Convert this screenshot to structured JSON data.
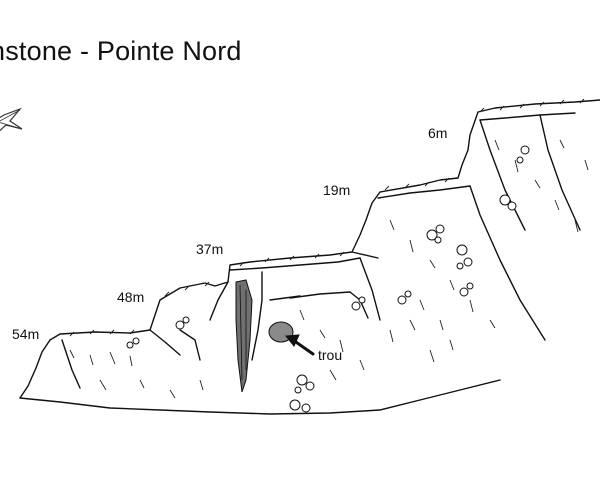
{
  "title": "nstone - Pointe Nord",
  "depth_labels": [
    "6m",
    "19m",
    "37m",
    "48m",
    "54m"
  ],
  "feature_label": "trou",
  "icons": {
    "compass": "compass-rose-icon",
    "arrow": "arrow-icon"
  },
  "colors": {
    "ink": "#111111",
    "hole": "#8a8a8a",
    "crack": "#707070"
  }
}
